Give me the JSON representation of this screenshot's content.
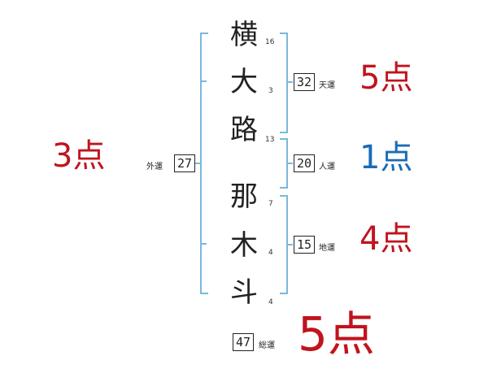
{
  "name_chars": [
    {
      "char": "横",
      "strokes": "16"
    },
    {
      "char": "大",
      "strokes": "3"
    },
    {
      "char": "路",
      "strokes": "13"
    },
    {
      "char": "那",
      "strokes": "7"
    },
    {
      "char": "木",
      "strokes": "4"
    },
    {
      "char": "斗",
      "strokes": "4"
    }
  ],
  "fortunes": {
    "tenun": {
      "label": "天運",
      "value": "32",
      "score": "5点",
      "color": "#c0141e"
    },
    "jinun": {
      "label": "人運",
      "value": "20",
      "score": "1点",
      "color": "#1a6bb8"
    },
    "chiun": {
      "label": "地運",
      "value": "15",
      "score": "4点",
      "color": "#c0141e"
    },
    "gaiun": {
      "label": "外運",
      "value": "27",
      "score": "3点",
      "color": "#c0141e"
    },
    "souun": {
      "label": "総運",
      "value": "47",
      "score": "5点",
      "color": "#c0141e"
    }
  },
  "bracket_color": "#7ab8dc"
}
